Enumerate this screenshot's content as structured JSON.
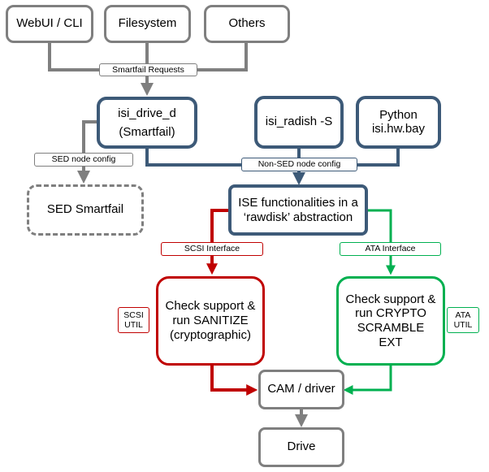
{
  "colors": {
    "slate": "#3d5a78",
    "gray": "#7f7f7f",
    "red": "#c00000",
    "green": "#00b050"
  },
  "nodes": {
    "webui": "WebUI / CLI",
    "filesystem": "Filesystem",
    "others": "Others",
    "isi_drive_d": "isi_drive_d\n(Smartfail)",
    "isi_radish": "isi_radish -S",
    "python": "Python\nisi.hw.bay",
    "sed_smartfail": "SED Smartfail",
    "ise": "ISE functionalities in a\n‘rawdisk’ abstraction",
    "scsi_sanitize": "Check support &\nrun SANITIZE\n(cryptographic)",
    "ata_crypto": "Check support &\nrun CRYPTO\nSCRAMBLE\nEXT",
    "cam": "CAM / driver",
    "drive": "Drive"
  },
  "labels": {
    "smartfail_requests": "Smartfail Requests",
    "sed_node_config": "SED node config",
    "non_sed_node_config": "Non-SED node config",
    "scsi_interface": "SCSI Interface",
    "ata_interface": "ATA Interface",
    "scsi_util": "SCSI\nUTIL",
    "ata_util": "ATA\nUTIL"
  }
}
